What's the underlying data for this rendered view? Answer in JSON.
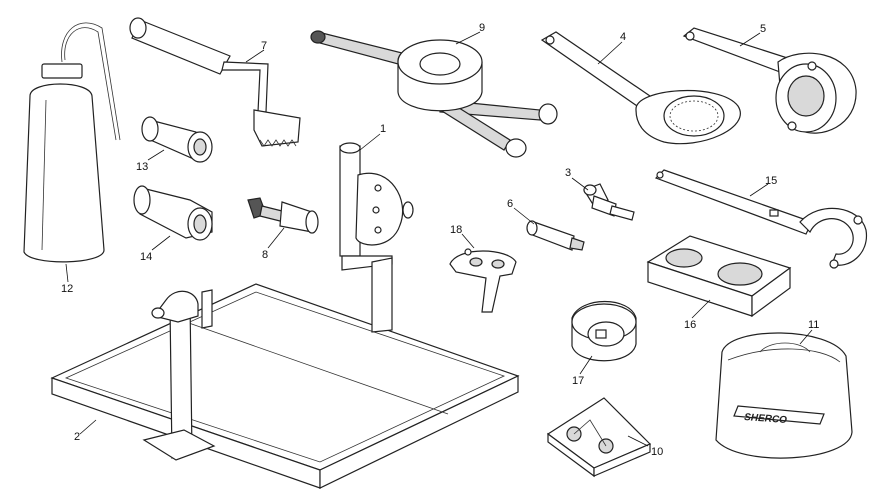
{
  "diagram": {
    "parts": [
      {
        "id": "1",
        "label": "1",
        "icon": "support-bracket-icon"
      },
      {
        "id": "2",
        "label": "2",
        "icon": "drain-tray-stand-icon"
      },
      {
        "id": "3",
        "label": "3",
        "icon": "pin-tool-icon"
      },
      {
        "id": "4",
        "label": "4",
        "icon": "clutch-holder-wrench-icon"
      },
      {
        "id": "5",
        "label": "5",
        "icon": "flywheel-holder-icon"
      },
      {
        "id": "6",
        "label": "6",
        "icon": "cylinder-pin-icon"
      },
      {
        "id": "7",
        "label": "7",
        "icon": "t-handle-comb-tool-icon"
      },
      {
        "id": "8",
        "label": "8",
        "icon": "puller-bolt-icon"
      },
      {
        "id": "9",
        "label": "9",
        "icon": "crankcase-puller-icon"
      },
      {
        "id": "10",
        "label": "10",
        "icon": "manual-booklet-icon"
      },
      {
        "id": "11",
        "label": "11",
        "icon": "tool-bag-icon"
      },
      {
        "id": "12",
        "label": "12",
        "icon": "wash-bottle-icon"
      },
      {
        "id": "13",
        "label": "13",
        "icon": "sleeve-icon"
      },
      {
        "id": "14",
        "label": "14",
        "icon": "bushing-icon"
      },
      {
        "id": "15",
        "label": "15",
        "icon": "hook-spanner-icon"
      },
      {
        "id": "16",
        "label": "16",
        "icon": "holding-block-icon"
      },
      {
        "id": "17",
        "label": "17",
        "icon": "collar-icon"
      },
      {
        "id": "18",
        "label": "18",
        "icon": "bracket-tool-icon"
      }
    ],
    "brand_text": "SHERCO"
  }
}
